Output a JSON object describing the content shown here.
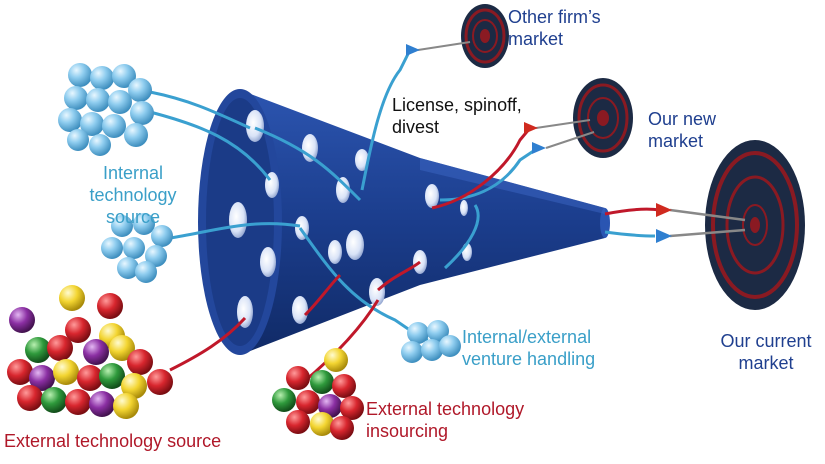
{
  "labels": {
    "other_firms_market": "Other firm’s\nmarket",
    "license": "License, spinoff,\ndivest",
    "our_new_market": "Our new\nmarket",
    "internal_source": "Internal\ntechnology source",
    "internal_external": "Internal/external\nventure handling",
    "our_current_market": "Our current\nmarket",
    "external_insourcing": "External technology\ninsourcing",
    "external_source": "External technology source"
  },
  "colors": {
    "funnel": "#1b3d8c",
    "internal_ball": "#7cc3e6",
    "internal_path": "#3aa0d0",
    "external_path": "#c0182a",
    "navy_text": "#1f3f8f",
    "dart_blue": "#2f7fd0",
    "dart_red": "#d02a1f",
    "target_dark": "#1c2a44",
    "target_red": "#8a1a22"
  },
  "icons": [
    "dartboard-icon",
    "dart-icon",
    "ball-cluster-icon",
    "funnel-icon"
  ]
}
